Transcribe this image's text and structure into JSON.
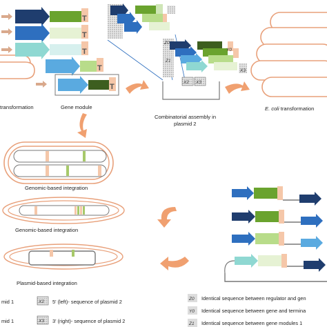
{
  "labels": {
    "transformation_left": "transformation",
    "gene_module": "Gene module",
    "combinatorial_line1": "Combinatorial assembly in",
    "combinatorial_line2": "plasmid 2",
    "ecoli_italic": "E. coli",
    "ecoli_rest": " transformation",
    "genomic_integration_1": "Genomic-based integration",
    "genomic_integration_2": "Genomic-based integration",
    "plasmid_integration": "Plasmid-based integration",
    "site_x2": "X2",
    "site_x3": "X3",
    "small_z0": "Z0",
    "small_z1": "Z1",
    "small_y0": "Y0",
    "small_x3": "X3"
  },
  "legend": {
    "plasmid1_a": "mid 1",
    "plasmid1_b": "mid 1",
    "x2_symbol": "X2",
    "x2_text": "5' (left)- sequence of plasmid 2",
    "x3_symbol": "X3",
    "x3_text": "3' (right)- sequence of plasmid 2",
    "z0_symbol": "Z0",
    "z0_text": "Identical sequence between regulator and gen",
    "y0_symbol": "Y0",
    "y0_text": "Identical sequence between gene and termina",
    "z1_symbol": "Z1",
    "z1_text": "Identical sequence between gene modules 1"
  },
  "colors": {
    "navy": "#1f3d6e",
    "blue": "#2e6fbf",
    "light_blue": "#5aaae0",
    "teal": "#8fd8d2",
    "dark_green": "#3d5e1f",
    "green": "#6aa32e",
    "light_green": "#b8dc8a",
    "pale_green": "#e6f2d4",
    "orange": "#e8a07a",
    "peach": "#f5c7a9",
    "arrow_orange": "#f0a070",
    "gray": "#888888"
  }
}
